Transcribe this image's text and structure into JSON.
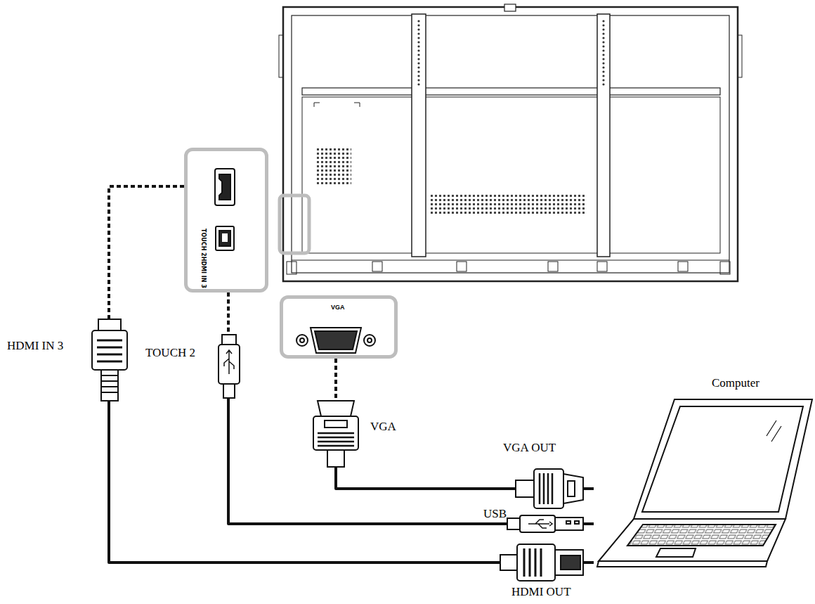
{
  "diagram": {
    "nodes": [
      {
        "text": [
          "TOUCH 2HDMI IN 3"
        ]
      },
      {
        "text": [
          "VGA"
        ]
      },
      {
        "text": [
          "Computer"
        ]
      }
    ],
    "edges": [
      {
        "from": 0,
        "to": 2,
        "arrow": "none"
      },
      {
        "from": 0,
        "to": 2,
        "arrow": "none"
      },
      {
        "from": 1,
        "to": 2,
        "arrow": "none"
      }
    ],
    "labels": [
      "HDMI IN 3",
      "TOUCH 2",
      "VGA",
      "VGA OUT",
      "USB",
      "HDMI OUT"
    ]
  }
}
